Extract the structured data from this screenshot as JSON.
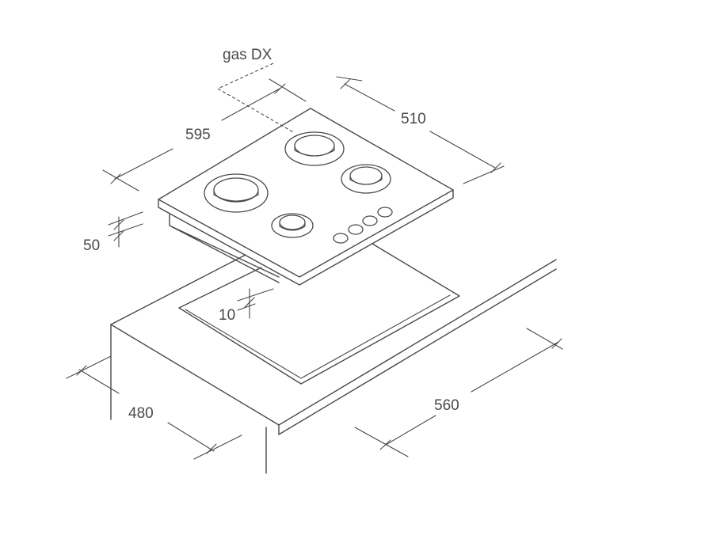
{
  "diagram": {
    "labels": {
      "gas_connection": "gas DX",
      "hob_width": "595",
      "hob_depth": "510",
      "hob_height": "50",
      "cutout_margin": "10",
      "cutout_depth": "480",
      "cutout_width": "560"
    },
    "colors": {
      "line": "#4a4a4a",
      "background": "#ffffff"
    }
  }
}
